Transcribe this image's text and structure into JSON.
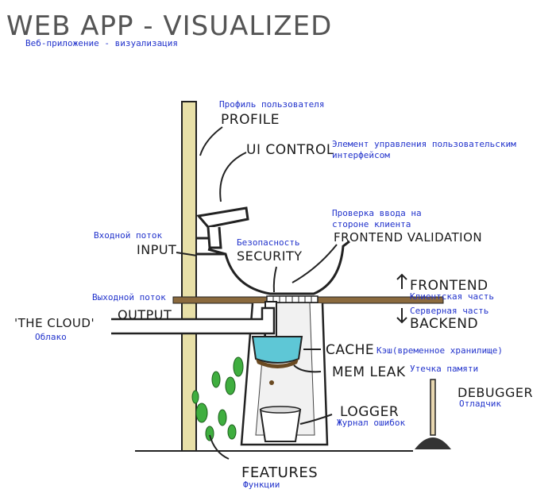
{
  "title": "WEB APP - VISUALIZED",
  "subtitle_ru": "Веб-приложение - визуализация",
  "labels": {
    "profile": {
      "en": "PROFILE",
      "ru": "Профиль пользователя"
    },
    "ui_control": {
      "en": "UI CONTROL",
      "ru_line1": "Элемент управления пользовательским",
      "ru_line2": "интерфейсом"
    },
    "frontend_validation": {
      "en": "FRONTEND VALIDATION",
      "ru_line1": "Проверка ввода на",
      "ru_line2": "стороне клиента"
    },
    "input": {
      "en": "INPUT",
      "ru": "Входной поток"
    },
    "security": {
      "en": "SECURITY",
      "ru": "Безопасность"
    },
    "frontend": {
      "en": "FRONTEND",
      "ru": "Клиентская часть"
    },
    "backend": {
      "en": "BACKEND",
      "ru": "Серверная часть"
    },
    "output": {
      "en": "OUTPUT",
      "ru": "Выходной поток"
    },
    "the_cloud": {
      "en": "'THE CLOUD'",
      "ru": "Облако"
    },
    "cache": {
      "en": "CACHE",
      "ru": "Кэш(временное хранилище)"
    },
    "mem_leak": {
      "en": "MEM LEAK",
      "ru": "Утечка памяти"
    },
    "debugger": {
      "en": "DEBUGGER",
      "ru": "Отладчик"
    },
    "logger": {
      "en": "LOGGER",
      "ru": "Журнал ошибок"
    },
    "features": {
      "en": "FEATURES",
      "ru": "Функции"
    }
  },
  "colors": {
    "wall": "#e8e0a8",
    "shelf": "#8b6a3e",
    "water": "#5ec7d6",
    "leaf": "#3fae3f",
    "russian_text": "#2233cc"
  }
}
